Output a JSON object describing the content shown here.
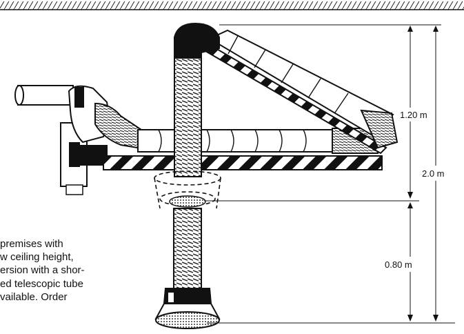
{
  "dimensions": {
    "upper": "1.20 m",
    "total": "2.0 m",
    "lower": "0.80 m"
  },
  "caption": {
    "lines": [
      "premises with",
      "w ceiling height,",
      "ersion with a shor-",
      "ed telescopic tube",
      "vailable. Order"
    ]
  },
  "colors": {
    "ink": "#111111",
    "paper": "#ffffff"
  }
}
